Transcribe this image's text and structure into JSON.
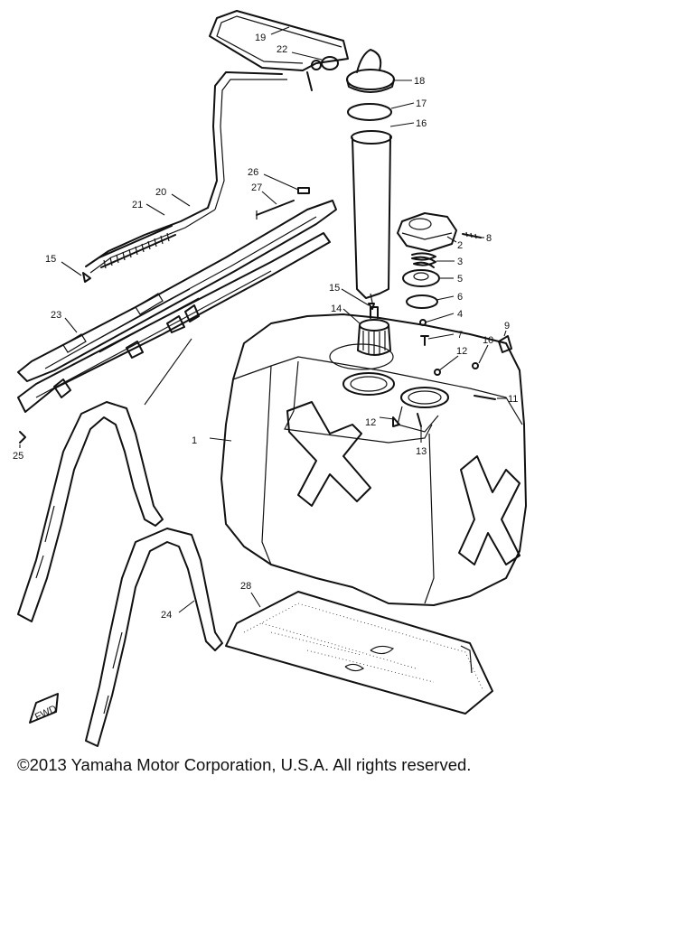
{
  "labels": [
    {
      "id": "label-1",
      "text": "1"
    },
    {
      "id": "label-2",
      "text": "2"
    },
    {
      "id": "label-3",
      "text": "3"
    },
    {
      "id": "label-4",
      "text": "4"
    },
    {
      "id": "label-5",
      "text": "5"
    },
    {
      "id": "label-6",
      "text": "6"
    },
    {
      "id": "label-7",
      "text": "7"
    },
    {
      "id": "label-8",
      "text": "8"
    },
    {
      "id": "label-9",
      "text": "9"
    },
    {
      "id": "label-10",
      "text": "10"
    },
    {
      "id": "label-11",
      "text": "11"
    },
    {
      "id": "label-12a",
      "text": "12"
    },
    {
      "id": "label-12b",
      "text": "12"
    },
    {
      "id": "label-13",
      "text": "13"
    },
    {
      "id": "label-14",
      "text": "14"
    },
    {
      "id": "label-15a",
      "text": "15"
    },
    {
      "id": "label-15b",
      "text": "15"
    },
    {
      "id": "label-16",
      "text": "16"
    },
    {
      "id": "label-17",
      "text": "17"
    },
    {
      "id": "label-18",
      "text": "18"
    },
    {
      "id": "label-19",
      "text": "19"
    },
    {
      "id": "label-20",
      "text": "20"
    },
    {
      "id": "label-21",
      "text": "21"
    },
    {
      "id": "label-22",
      "text": "22"
    },
    {
      "id": "label-23",
      "text": "23"
    },
    {
      "id": "label-24",
      "text": "24"
    },
    {
      "id": "label-25",
      "text": "25"
    },
    {
      "id": "label-26",
      "text": "26"
    },
    {
      "id": "label-27",
      "text": "27"
    },
    {
      "id": "label-28",
      "text": "28"
    }
  ],
  "fwd_text": "FWD",
  "copyright": "©2013 Yamaha Motor Corporation, U.S.A. All rights reserved."
}
